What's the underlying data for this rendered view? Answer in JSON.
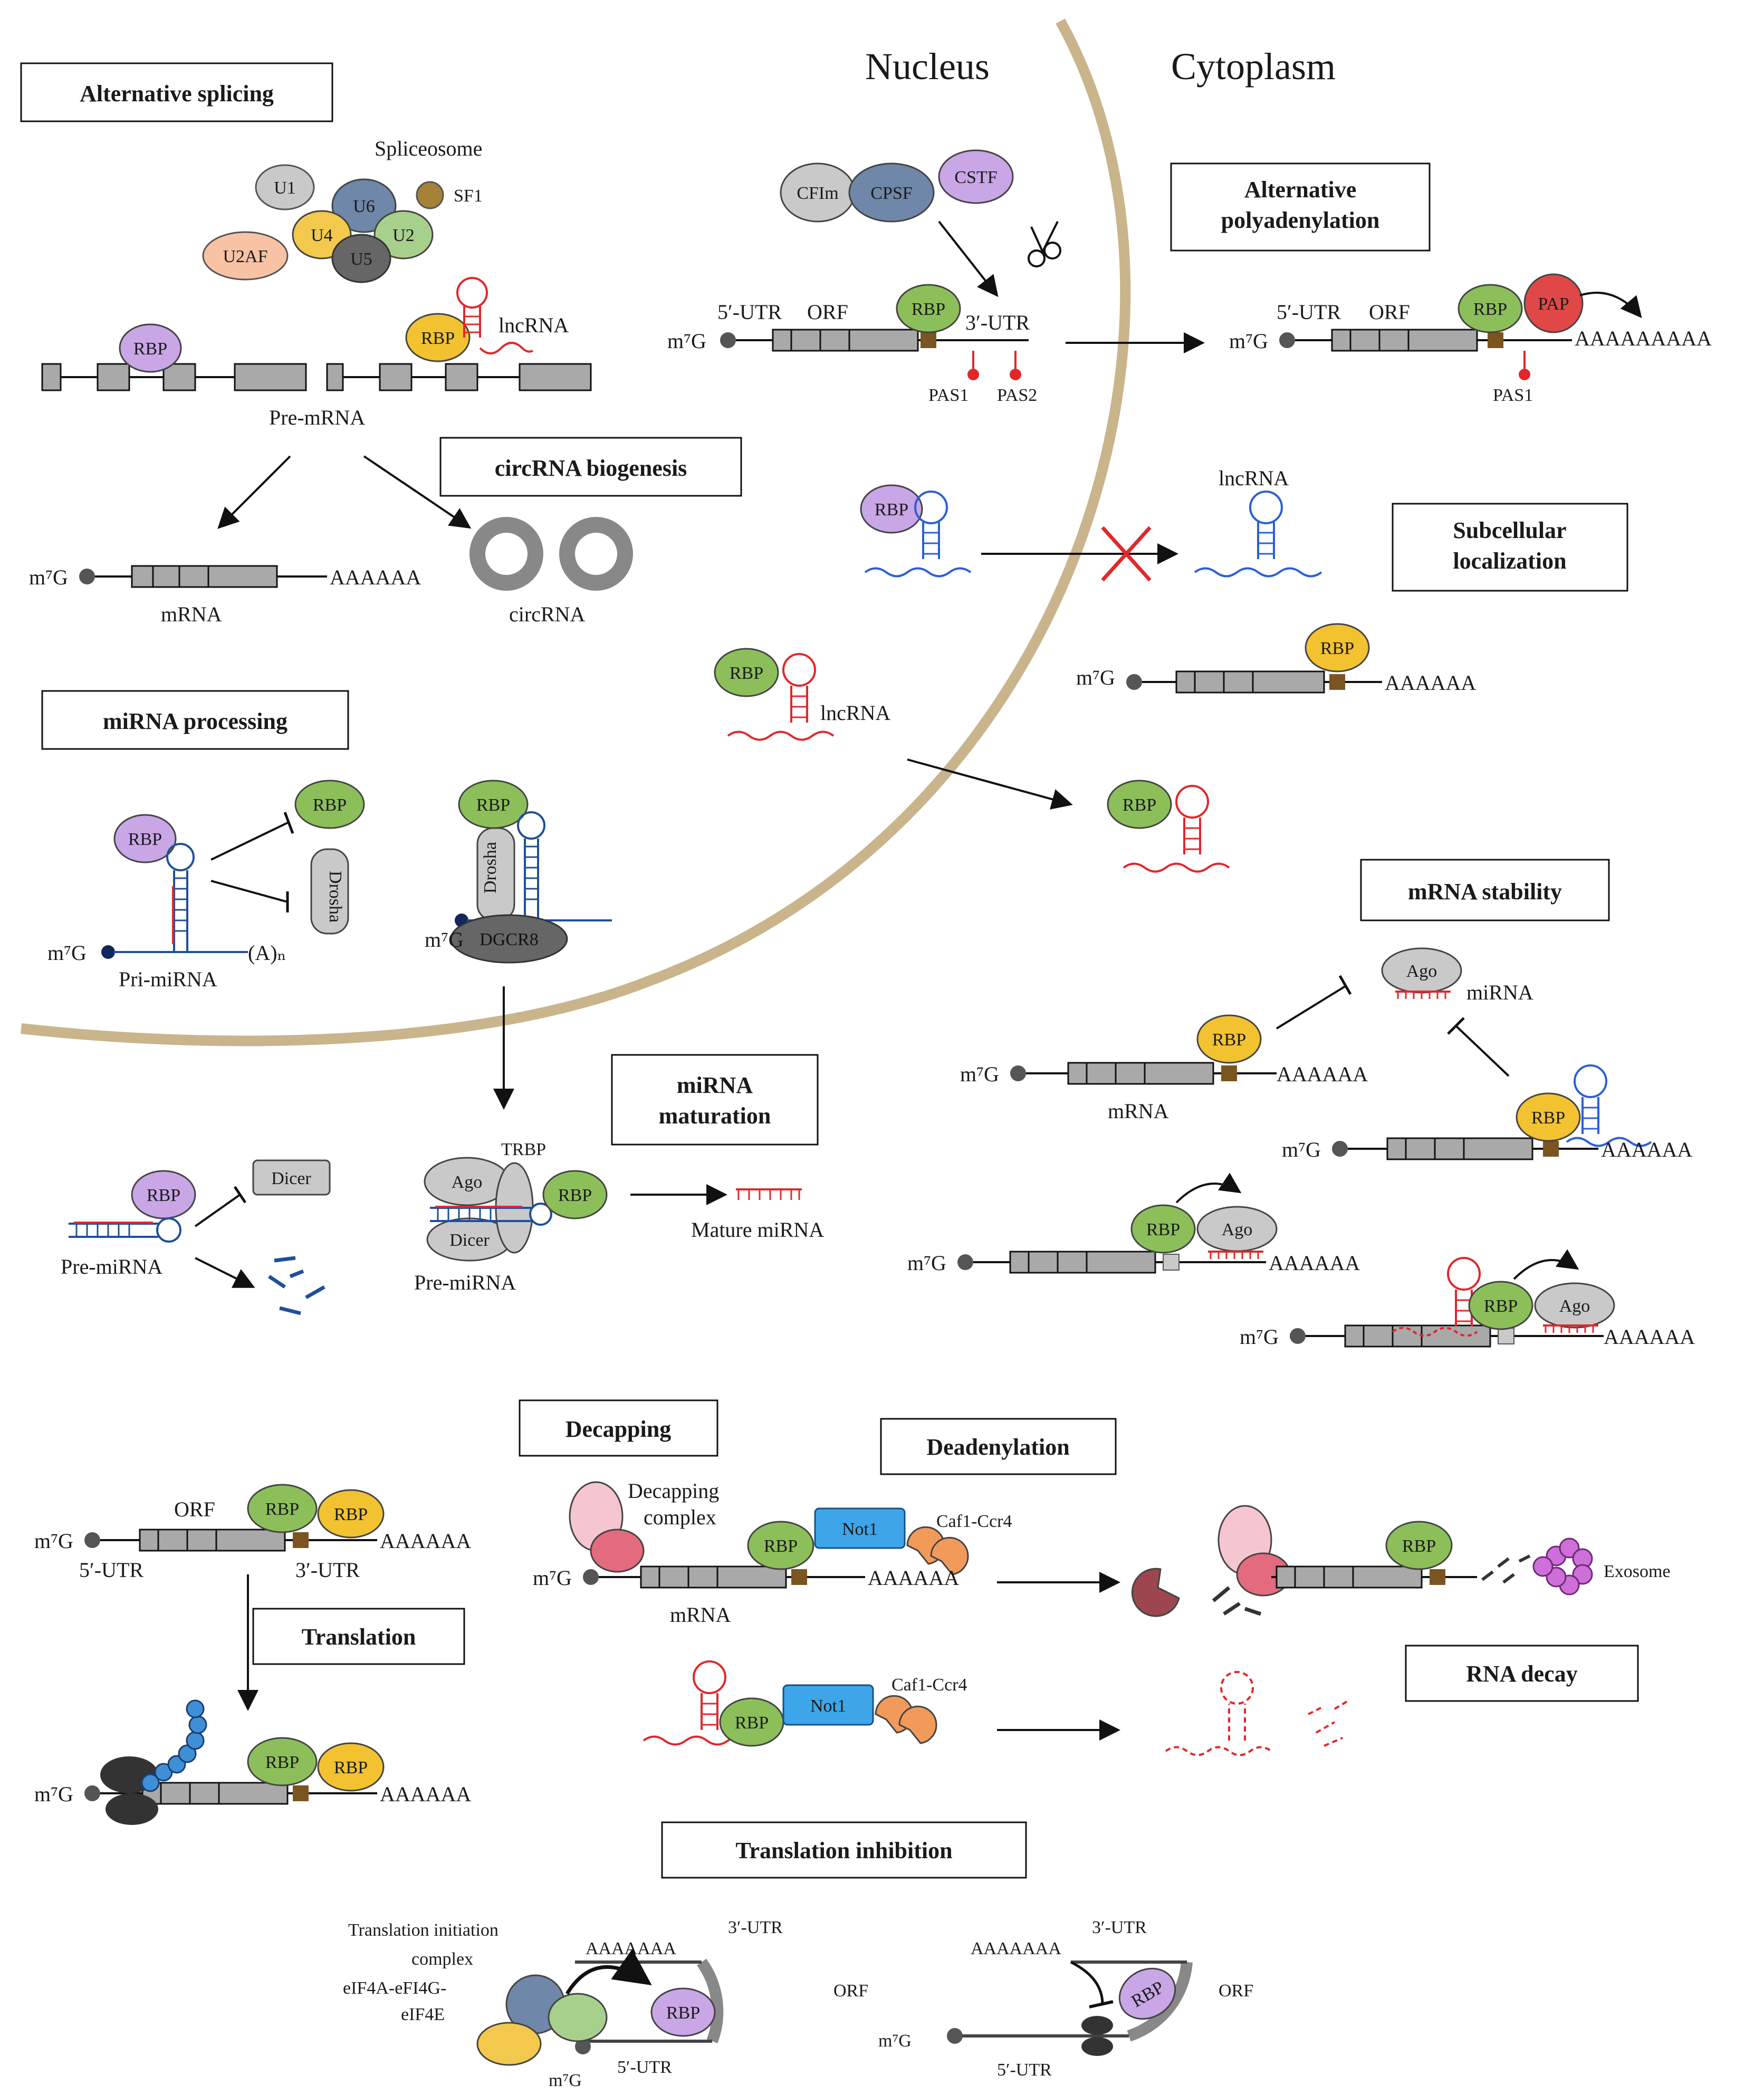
{
  "regions": {
    "nucleus": "Nucleus",
    "cytoplasm": "Cytoplasm"
  },
  "sections": {
    "alt_splicing": "Alternative splicing",
    "circ_biogenesis": "circRNA biogenesis",
    "mirna_processing": "miRNA processing",
    "mirna_maturation_1": "miRNA",
    "mirna_maturation_2": "maturation",
    "alt_polya_1": "Alternative",
    "alt_polya_2": "polyadenylation",
    "subcellular_1": "Subcellular",
    "subcellular_2": "localization",
    "mrna_stability": "mRNA stability",
    "decapping": "Decapping",
    "deadenylation": "Deadenylation",
    "translation": "Translation",
    "rna_decay": "RNA decay",
    "translation_inhibition": "Translation inhibition"
  },
  "labels": {
    "spliceosome": "Spliceosome",
    "u1": "U1",
    "u6": "U6",
    "u2": "U2",
    "u4": "U4",
    "u5": "U5",
    "u2af": "U2AF",
    "sf1": "SF1",
    "rbp": "RBP",
    "lncrna": "lncRNA",
    "pre_mrna": "Pre-mRNA",
    "mrna": "mRNA",
    "circrna": "circRNA",
    "m7g": "m⁷G",
    "polya6": "AAAAAA",
    "polya7": "AAAAAAA",
    "polya9": "AAAAAAAAA",
    "utr5": "5′-UTR",
    "utr3": "3′-UTR",
    "orf": "ORF",
    "cfim": "CFIm",
    "cpsf": "CPSF",
    "cstf": "CSTF",
    "pas1": "PAS1",
    "pas2": "PAS2",
    "pap": "PAP",
    "drosha": "Drosha",
    "dgcr8": "DGCR8",
    "pri_mirna": "Pri-miRNA",
    "a_n": "(A)ₙ",
    "dicer": "Dicer",
    "pre_mirna": "Pre-miRNA",
    "ago": "Ago",
    "trbp": "TRBP",
    "mature_mirna": "Mature miRNA",
    "mirna": "miRNA",
    "decapping_complex_1": "Decapping",
    "decapping_complex_2": "complex",
    "not1": "Not1",
    "caf1": "Caf1-Ccr4",
    "exosome": "Exosome",
    "tic_1": "Translation initiation",
    "tic_2": "complex",
    "eif_1": "eIF4A-eFI4G-",
    "eif_2": "eIF4E"
  },
  "colors": {
    "membrane": "#c9b48c",
    "rbp_purple": "#c9a6e6",
    "rbp_green": "#8cbf5a",
    "rbp_yellow": "#f2c230",
    "gray": "#a9a9a9",
    "lncrna_red": "#e0282b",
    "lncrna_blue": "#2a5fd6",
    "not1_blue": "#3ea6e8",
    "caf1_orange": "#f29a5a",
    "pap_red": "#e04848",
    "brown_site": "#7a5520",
    "exosome": "#cf6fd9"
  }
}
